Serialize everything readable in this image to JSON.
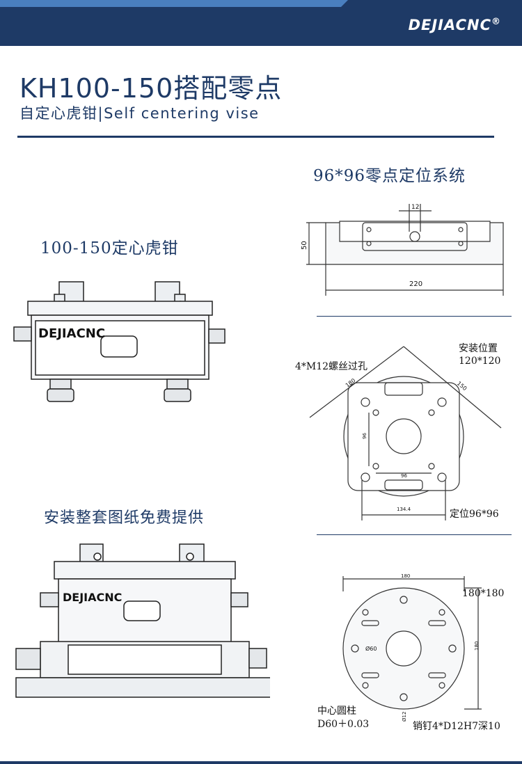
{
  "header": {
    "brand": "DEJIACNC",
    "registered": "®"
  },
  "title": "KH100-150搭配零点",
  "subtitle": "自定心虎钳|Self centering vise",
  "sections": {
    "system_title": "96*96零点定位系统",
    "vise_title": "100-150定心虎钳",
    "drawings_free": "安装整套图纸免费提供"
  },
  "vise_brand": "DEJIACNC",
  "side_drawing": {
    "dim_width": "220",
    "dim_height": "50",
    "dim_pin": "12"
  },
  "top_drawing": {
    "mount_label": "安装位置",
    "mount_size": "120*120",
    "hole_label": "4*M12螺丝过孔",
    "locate_label": "定位96*96",
    "dim_diag_a": "180",
    "dim_diag_b": "150",
    "dim_96_h": "96",
    "dim_96_v": "96",
    "dim_134": "134.4"
  },
  "base_drawing": {
    "size_label": "180*180",
    "dim_top": "180",
    "dim_right": "180",
    "dim_bore": "Ø60",
    "dim_pin": "Ø12",
    "center_label": "中心圆柱",
    "center_value": "D60＋0.03",
    "pin_label": "销钉4*D12H7深10"
  },
  "colors": {
    "navy": "#1e3a66",
    "accent": "#4a7fbf",
    "steel": "#d9dde3"
  }
}
